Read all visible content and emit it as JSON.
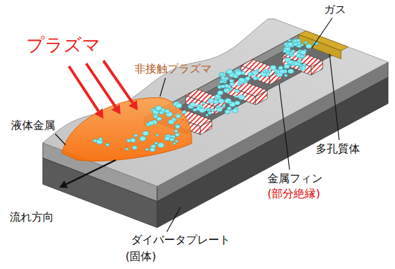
{
  "diagram": {
    "labels": [
      "プラズマ",
      "非接触プラズマ",
      "液体金属",
      "ガス",
      "金属フィン",
      "(部分絶縁)",
      "多孔質体",
      "流れ方向",
      "ダイバータプレート",
      "(固体)"
    ]
  }
}
